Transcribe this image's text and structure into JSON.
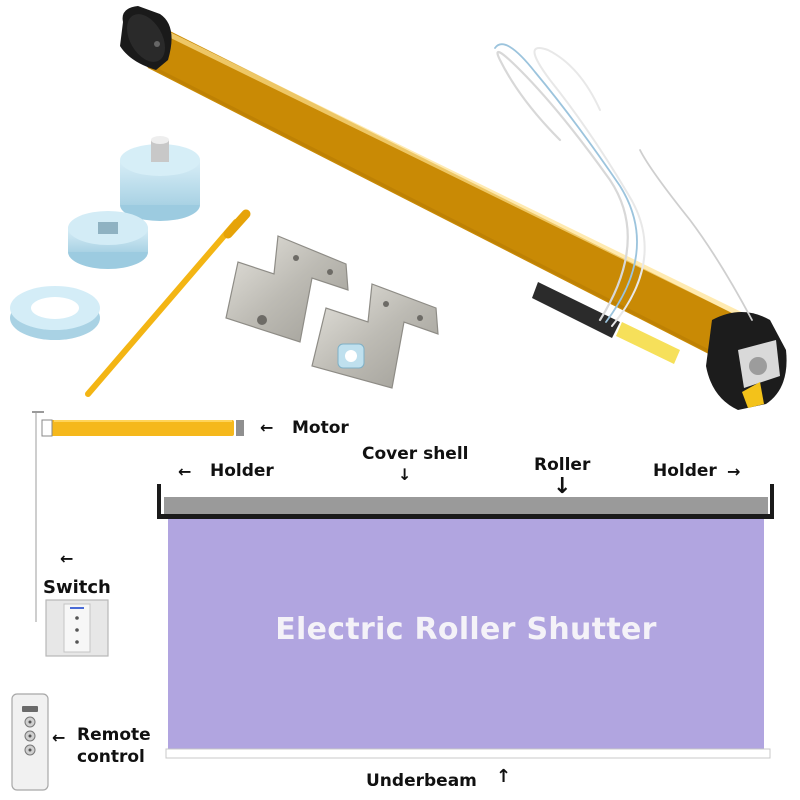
{
  "labels": {
    "motor": "Motor",
    "cover_shell": "Cover shell",
    "roller": "Roller",
    "holder_left": "Holder",
    "holder_right": "Holder",
    "switch": "Switch",
    "remote_line1": "Remote",
    "remote_line2": "control",
    "underbeam": "Underbeam"
  },
  "shutter_title": "Electric Roller Shutter",
  "colors": {
    "motor_yellow": "#f5b81c",
    "shutter_purple": "#b1a5e0",
    "roller_grey": "#9a9a9a",
    "accessory_blue": "#bfe0ee",
    "bracket_steel": "#c9c9c4"
  }
}
